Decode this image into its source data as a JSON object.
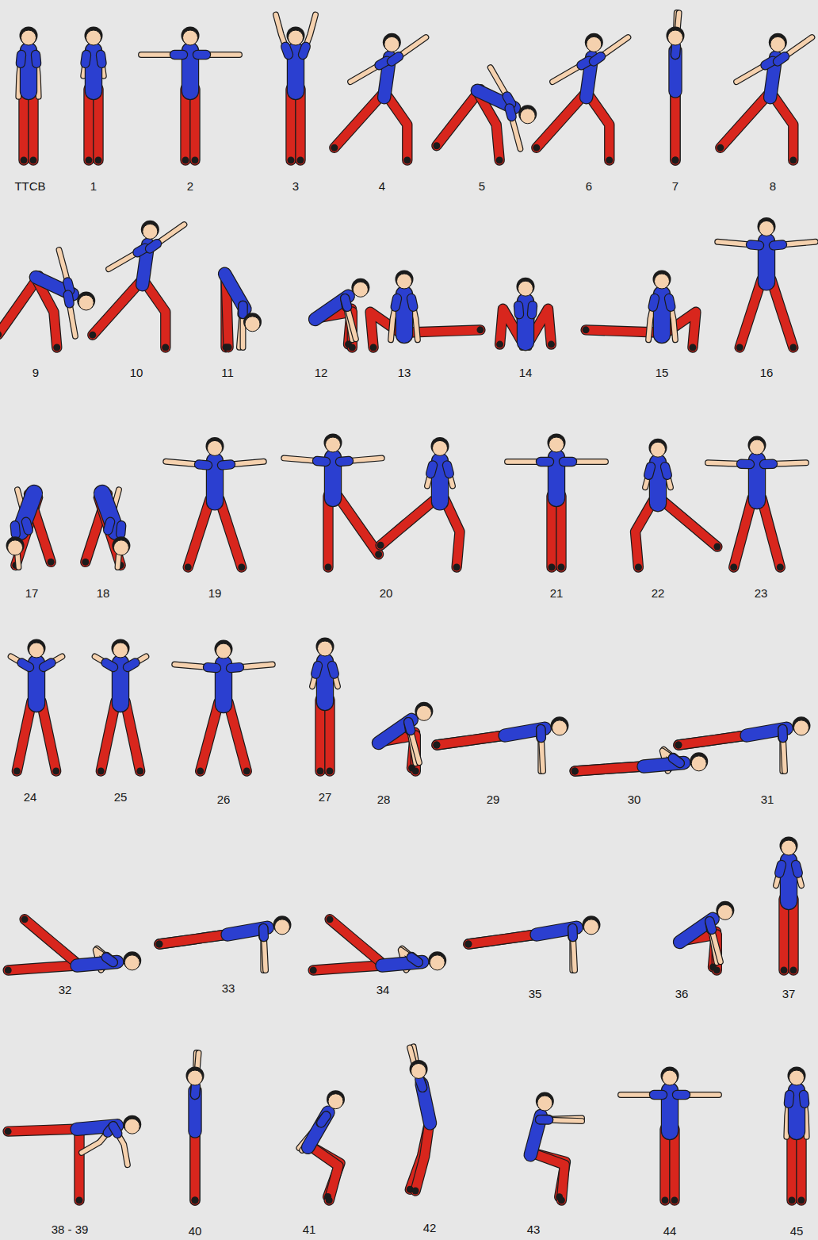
{
  "diagram": {
    "labels": [
      "TTCB",
      "1",
      "2",
      "3",
      "4",
      "5",
      "6",
      "7",
      "8",
      "9",
      "10",
      "11",
      "12",
      "13",
      "14",
      "15",
      "16",
      "17",
      "18",
      "19",
      "20",
      "21",
      "22",
      "23",
      "24",
      "25",
      "26",
      "27",
      "28",
      "29",
      "30",
      "31",
      "32",
      "33",
      "34",
      "35",
      "36",
      "37",
      "38 - 39",
      "40",
      "41",
      "42",
      "43",
      "44",
      "45"
    ]
  }
}
